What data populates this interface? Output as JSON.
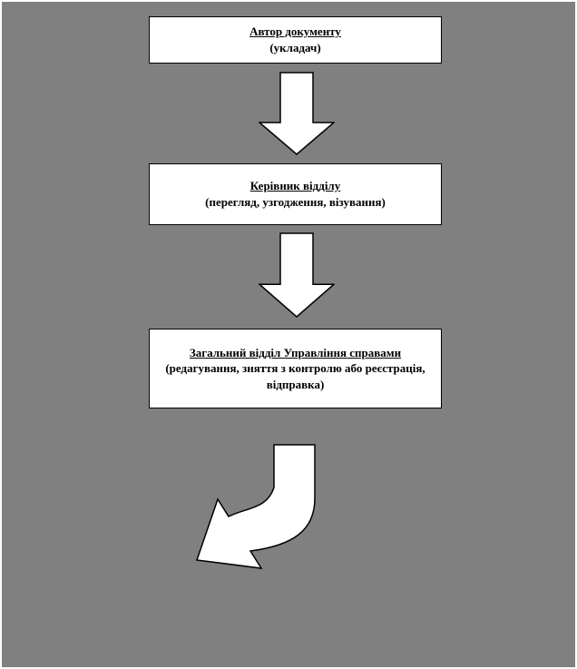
{
  "diagram": {
    "background_color": "#808080",
    "box_fill_color": "#ffffff",
    "border_color": "#000000",
    "boxes": [
      {
        "id": "author",
        "title": "Автор документу",
        "subtitle": "(укладач)"
      },
      {
        "id": "department-head",
        "title": "Керівник відділу",
        "subtitle": "(перегляд, узгодження, візування)"
      },
      {
        "id": "general-department",
        "title": "Загальний відділ Управління справами",
        "subtitle": "(редагування, зняття з контролю або реєстрація, відправка)"
      }
    ],
    "connectors": [
      {
        "type": "block-arrow-down"
      },
      {
        "type": "block-arrow-down"
      },
      {
        "type": "curved-arrow-down-left"
      }
    ]
  }
}
